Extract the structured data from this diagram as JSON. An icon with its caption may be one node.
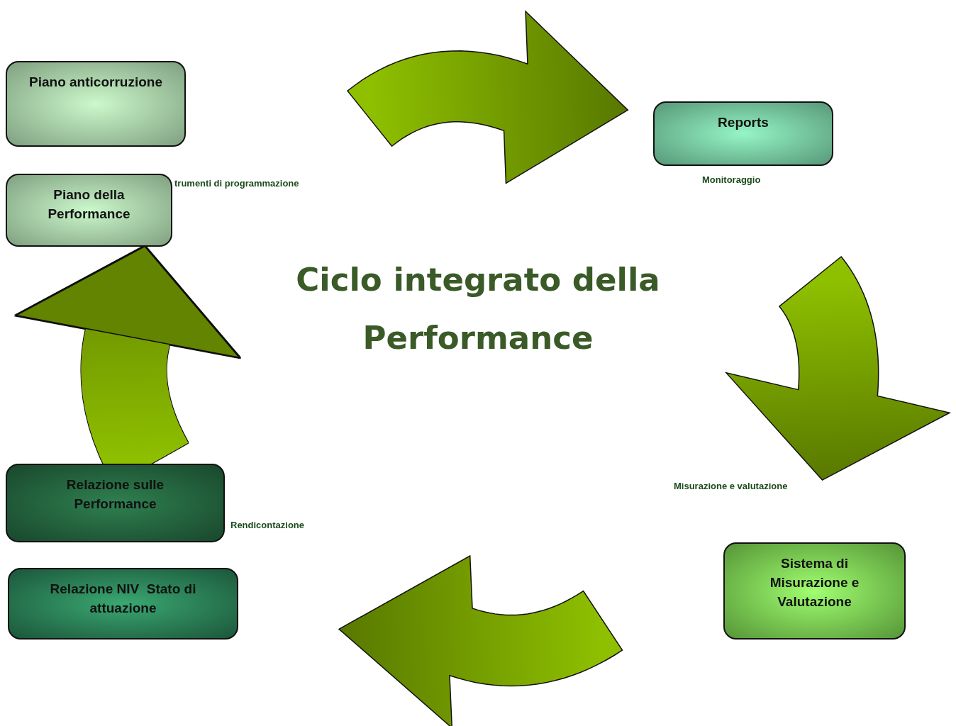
{
  "diagram": {
    "title": "Ciclo integrato della Performance",
    "nodes": [
      {
        "text": [
          "Piano anticorruzione"
        ]
      },
      {
        "text": [
          "Reports"
        ],
        "beside": [
          "Monitoraggio"
        ]
      },
      {
        "text": [
          "Piano della Performance"
        ],
        "beside": [
          "trumenti di programmazione"
        ]
      },
      {
        "text": [
          "Relazione sulle Performance"
        ],
        "beside": [
          "Rendicontazione"
        ]
      },
      {
        "text": [
          "Sistema di Misurazione e Valutazione"
        ]
      },
      {
        "text": [
          "Relazione NIV  Stato di attuazione"
        ]
      },
      {
        "text": [],
        "shape": "arrow"
      },
      {
        "text": [],
        "shape": "arrow"
      },
      {
        "text": [],
        "shape": "arrow"
      }
    ],
    "edges": [
      {
        "from": 3,
        "to": 2,
        "arrow": "to",
        "style": "thick"
      }
    ],
    "labels": [
      "Misurazione e valutazione"
    ]
  }
}
